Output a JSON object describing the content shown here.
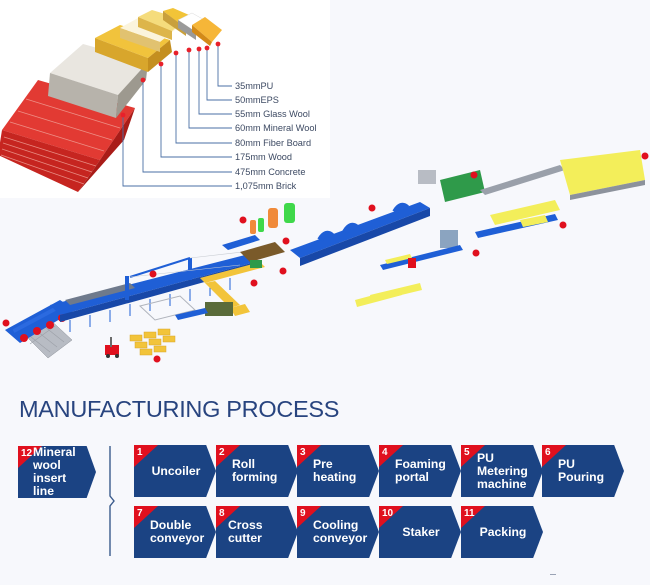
{
  "layers_figure": {
    "labels": [
      {
        "text": "35mmPU",
        "material": "PU"
      },
      {
        "text": "50mmEPS",
        "material": "EPS"
      },
      {
        "text": "55mm Glass Wool",
        "material": "Glass Wool"
      },
      {
        "text": "60mm Mineral Wool",
        "material": "Mineral Wool"
      },
      {
        "text": "80mm Fiber Board",
        "material": "Fiber Board"
      },
      {
        "text": "175mm Wood",
        "material": "Wood"
      },
      {
        "text": "475mm Concrete",
        "material": "Concrete"
      },
      {
        "text": "1,075mm Brick",
        "material": "Brick"
      }
    ],
    "colors": {
      "marker": "#e8202a",
      "leader": "#4a6fa5",
      "brick": "#d42a25",
      "concrete": "#c9c5bd",
      "wood": "#e6b436",
      "fiber": "#f2d87a",
      "mineral": "#f6e9b0",
      "glass": "#efc84a",
      "eps": "#fafafa",
      "pu": "#f4b63c"
    }
  },
  "factory_line": {
    "markers": [
      "1",
      "2",
      "3",
      "4",
      "5",
      "6",
      "7",
      "8",
      "9",
      "10",
      "11",
      "12"
    ],
    "colors": {
      "machine_blue": "#1f5fd6",
      "conveyor_yellow": "#f2e04a",
      "marker_red": "#e0101e",
      "tank_orange": "#f08a3a",
      "tank_green": "#3fd84a",
      "portal_green": "#2f9a4a"
    }
  },
  "process": {
    "title": "MANUFACTURING PROCESS",
    "side_step": {
      "number": "12",
      "label": "Mineral wool insert line"
    },
    "steps": [
      {
        "number": "1",
        "label": "Uncoiler"
      },
      {
        "number": "2",
        "label": "Roll forming"
      },
      {
        "number": "3",
        "label": "Pre heating"
      },
      {
        "number": "4",
        "label": "Foaming portal"
      },
      {
        "number": "5",
        "label": "PU Metering machine"
      },
      {
        "number": "6",
        "label": "PU Pouring"
      },
      {
        "number": "7",
        "label": "Double conveyor"
      },
      {
        "number": "8",
        "label": "Cross cutter"
      },
      {
        "number": "9",
        "label": "Cooling conveyor"
      },
      {
        "number": "10",
        "label": "Staker"
      },
      {
        "number": "11",
        "label": "Packing"
      }
    ],
    "colors": {
      "card": "#1b4383",
      "corner": "#e0101e",
      "title": "#28447f"
    }
  }
}
